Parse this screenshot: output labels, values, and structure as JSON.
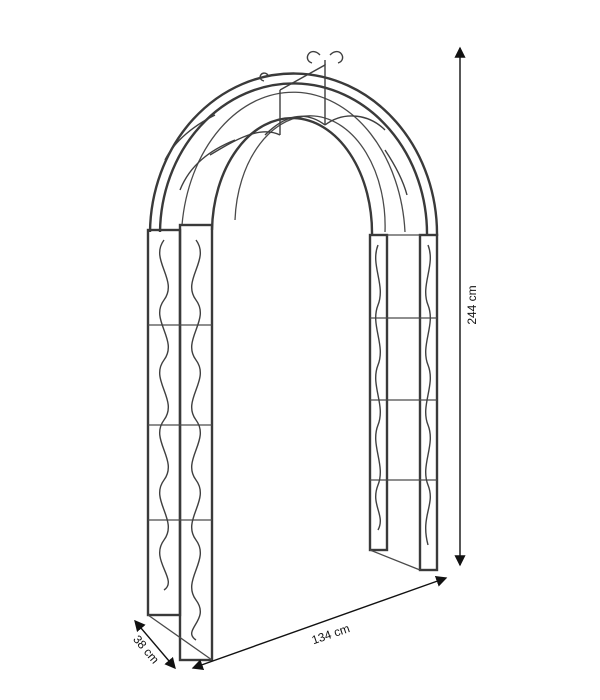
{
  "dimensions": {
    "height_label": "244 cm",
    "width_label": "134 cm",
    "depth_label": "38 cm"
  },
  "colors": {
    "frame": "#3a3a3a",
    "dimension_line": "#111111",
    "background": "#ffffff"
  }
}
